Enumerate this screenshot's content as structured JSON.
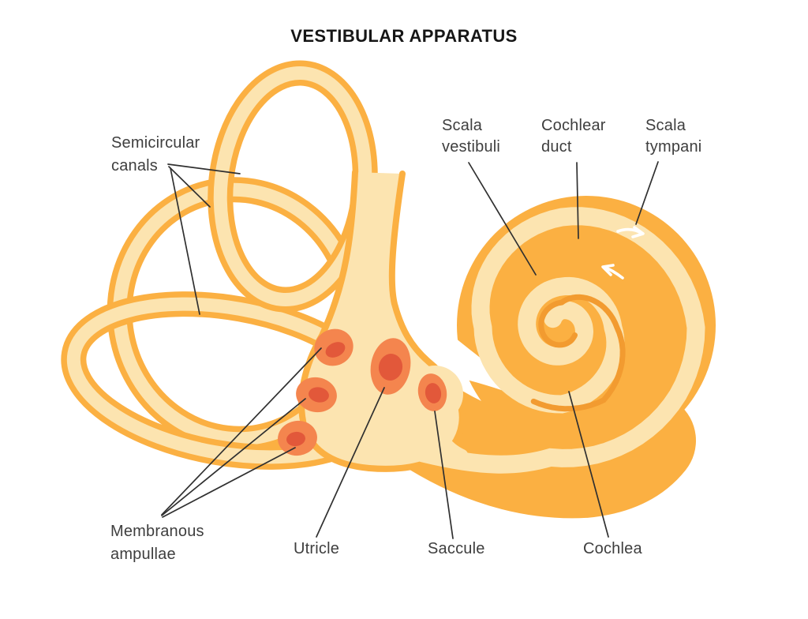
{
  "title": "VESTIBULAR APPARATUS",
  "labels": {
    "semicircular_canals": {
      "line1": "Semicircular",
      "line2": "canals"
    },
    "scala_vestibuli": {
      "line1": "Scala",
      "line2": "vestibuli"
    },
    "cochlear_duct": {
      "line1": "Cochlear",
      "line2": "duct"
    },
    "scala_tympani": {
      "line1": "Scala",
      "line2": "tympani"
    },
    "membranous_ampullae": {
      "line1": "Membranous",
      "line2": "ampullae"
    },
    "utricle": "Utricle",
    "saccule": "Saccule",
    "cochlea": "Cochlea"
  },
  "colors": {
    "background": "#FFFFFF",
    "orange_main": "#FBB042",
    "cream_light": "#FCE4B0",
    "orange_deep": "#F29B30",
    "ampulla_outer": "#F4854E",
    "ampulla_inner": "#E2583A",
    "label_text": "#3E3E3E",
    "title_text": "#161616",
    "leader_line": "#303030",
    "flow_arrow": "#FFFFFF"
  }
}
